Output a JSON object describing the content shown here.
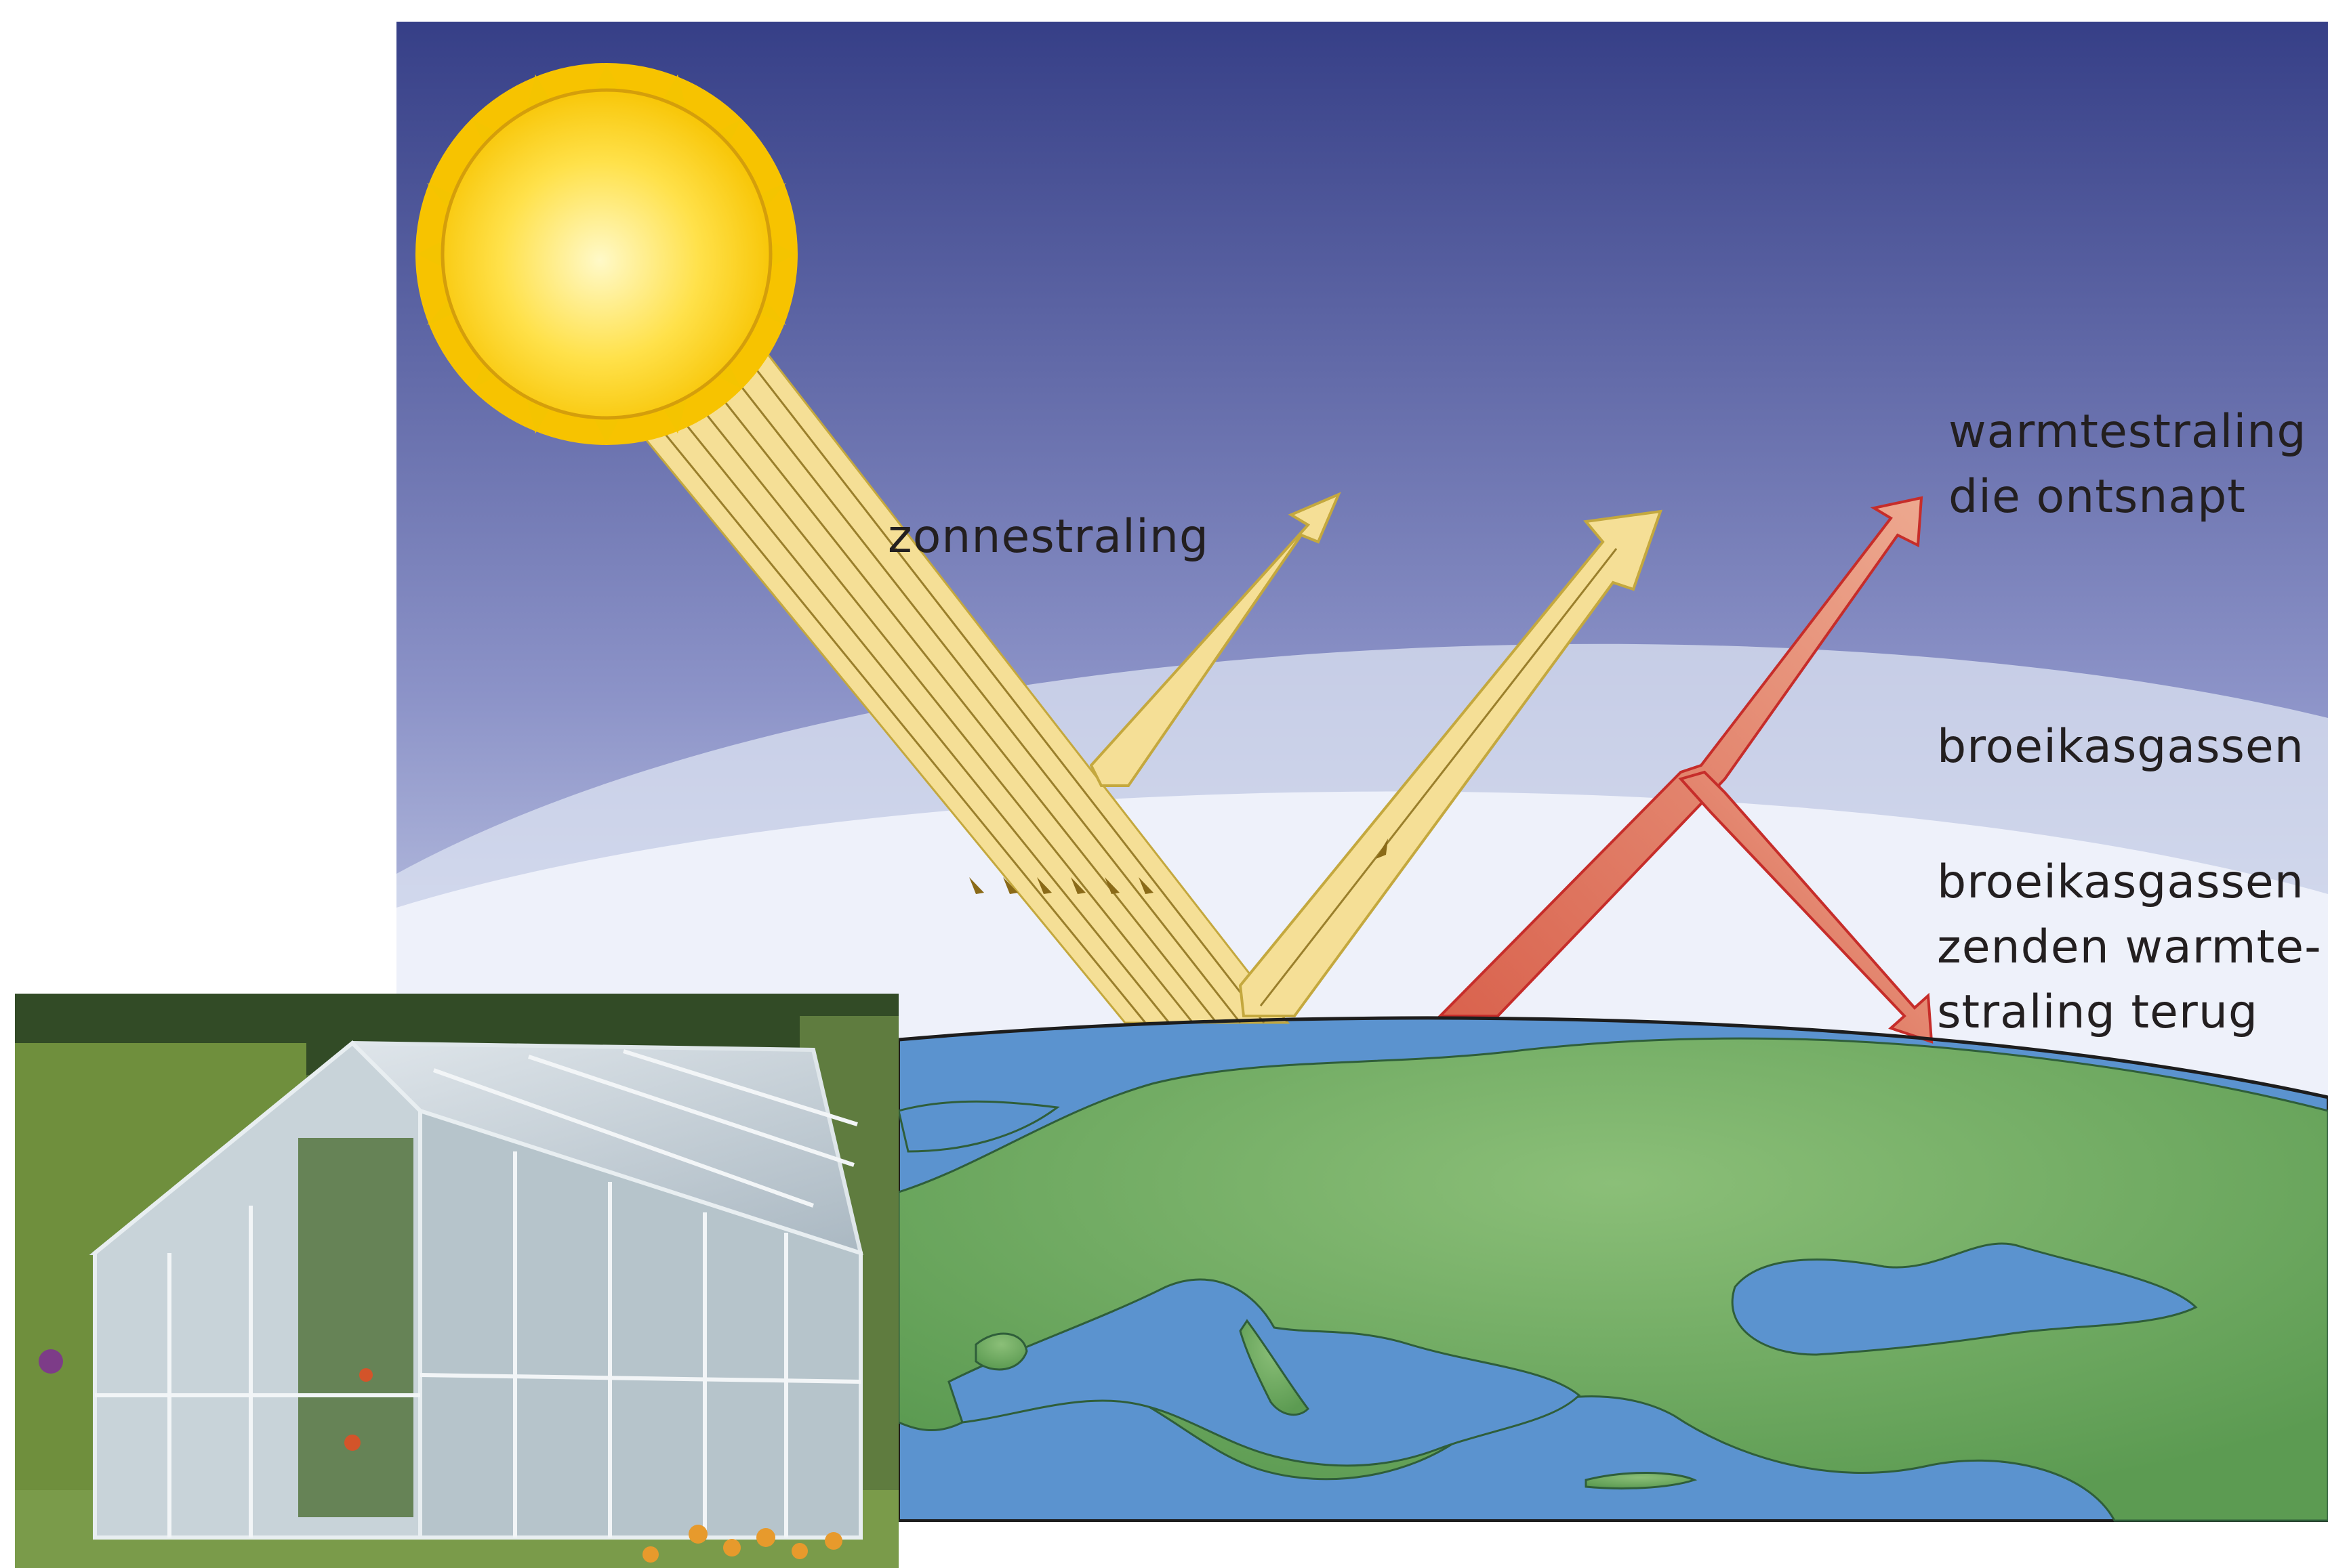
{
  "diagram": {
    "labels": {
      "solar_radiation": "zonnestraling",
      "escaping_heat": [
        "warmtestraling",
        "die ontsnapt"
      ],
      "greenhouse_gases": "broeikasgassen",
      "returned_heat": [
        "broeikasgassen",
        "zenden warmte-",
        "straling terug"
      ]
    },
    "colors": {
      "sky_top": "#363f87",
      "sky_mid": "#8c93c8",
      "atmosphere": "#e9edf8",
      "sun_center": "#fff9c8",
      "sun_edge": "#f7c300",
      "solar_beam": "#f5df96",
      "heat_arrow": "#e1816d",
      "heat_outline": "#c62d2a",
      "ocean": "#5b93cf",
      "land": "#6ea663"
    },
    "icons": {
      "sun": "sun-icon",
      "earth": "earth-icon",
      "greenhouse_photo": "greenhouse-photo"
    }
  }
}
